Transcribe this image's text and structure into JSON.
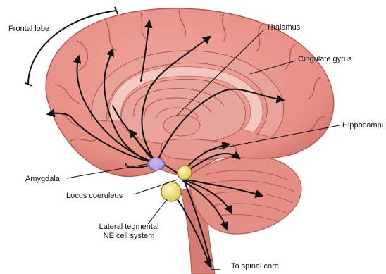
{
  "labels": {
    "frontal_lobe": "Frontal lobe",
    "thalamus": "Thalamus",
    "cingulate_gyrus": "Cingulate gyrus",
    "hippocampus": "Hippocampus",
    "amygdala": "Amygdala",
    "locus_coeruleus": "Locus coeruleus",
    "lateral_tegmental_line1": "Lateral tegmental",
    "lateral_tegmental_line2": "NE cell system",
    "spinal_cord": "To spinal cord"
  },
  "colors": {
    "cortex": "#e9948a",
    "cortex_shadow": "#c9655d",
    "sulcus": "#b4544d",
    "cingulate": "#e7a29a",
    "corpus_callosum": "#f4c7c0",
    "inner": "#e8a49c",
    "cerebellum": "#e38f86",
    "brainstem": "#d47b73",
    "pathway": "#111111",
    "amygdala": "#a98bdc",
    "nucleus": "#f3e58a"
  }
}
